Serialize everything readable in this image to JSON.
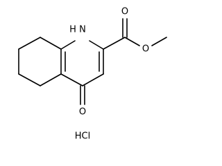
{
  "molecule": {
    "atoms": {
      "nh": "N",
      "nh_h": "H",
      "carbonyl_o": "O",
      "ester_o": "O",
      "ketone_o": "O"
    },
    "salt": "HCl"
  }
}
